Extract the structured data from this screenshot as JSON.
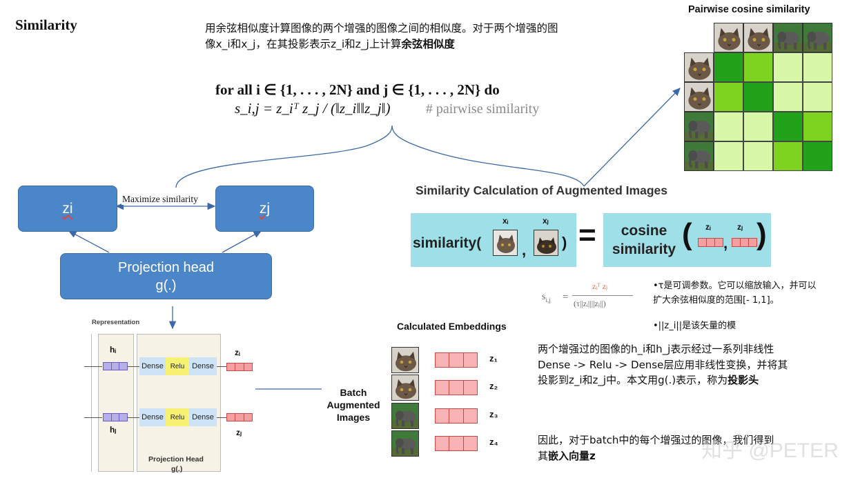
{
  "title": "Similarity",
  "intro": {
    "line1": "用余弦相似度计算图像的两个增强的图像之间的相似度。对于两个增强的图",
    "line2_a": "像x_i和x_j，在其投影表示z_i和z_j上计算",
    "line2_b": "余弦相似度"
  },
  "formula": {
    "line1": "for all i ∈ {1, . . . , 2N} and j ∈ {1, . . . , 2N} do",
    "line2": "s_i,j = z_iᵀ z_j / (‖z_i‖‖z_j‖)",
    "comment": "# pairwise similarity"
  },
  "left_diagram": {
    "zi_label": "zi",
    "zj_label": "zj",
    "maximize_label": "Maximize similarity",
    "projection_line1": "Projection head",
    "projection_line2": "g(.)",
    "colors": {
      "box": "#4a86c8",
      "arrow": "#4a7ab8"
    }
  },
  "network": {
    "representation_label": "Representation",
    "hi": "hᵢ",
    "hj": "hⱼ",
    "dense": "Dense",
    "relu": "Relu",
    "zi": "zᵢ",
    "zj": "zⱼ",
    "head_label_1": "Projection Head",
    "head_label_2": "g(.)"
  },
  "batch_label": "Batch\nAugmented\nImages",
  "embeddings": {
    "title": "Calculated Embeddings",
    "rows": [
      {
        "label": "z₁",
        "image": "cat"
      },
      {
        "label": "z₂",
        "image": "cat"
      },
      {
        "label": "z₃",
        "image": "elephant"
      },
      {
        "label": "z₄",
        "image": "elephant"
      }
    ]
  },
  "matrix": {
    "title": "Pairwise cosine similarity",
    "col_images": [
      "cat",
      "cat",
      "elephant",
      "elephant"
    ],
    "row_images": [
      "cat",
      "cat",
      "elephant",
      "elephant"
    ],
    "values": [
      [
        1.0,
        0.7,
        0.2,
        0.2
      ],
      [
        0.7,
        1.0,
        0.2,
        0.2
      ],
      [
        0.2,
        0.2,
        1.0,
        0.7
      ],
      [
        0.2,
        0.2,
        0.7,
        1.0
      ]
    ],
    "colors": {
      "high": "#21a21a",
      "mid": "#7ed321",
      "low": "#d8f7a8"
    }
  },
  "calc": {
    "title": "Similarity Calculation of Augmented Images",
    "similarity_word": "similarity(",
    "xi": "xᵢ",
    "xj": "xⱼ",
    "close_paren": ")",
    "comma": ",",
    "equals": "=",
    "cosine_line1": "cosine",
    "cosine_line2": "similarity",
    "zi": "zᵢ",
    "zj": "zⱼ"
  },
  "formula2": {
    "lhs": "s",
    "lhs_sub": "i,j",
    "eq": "=",
    "numerator": "zᵢᵀ zⱼ",
    "denominator": "(τ||zᵢ||||zⱼ||)"
  },
  "notes": {
    "tau_line1": "•τ是可调参数。它可以缩放输入，并可以",
    "tau_line2": "扩大余弦相似度的范围[- 1,1]。",
    "norm": "•||z_i||是该矢量的模"
  },
  "desc1": {
    "line1": "两个增强过的图像的h_i和h_j表示经过一系列非线性",
    "line2": "Dense -> Relu -> Dense层应用非线性变换，并将其",
    "line3_a": "投影到z_i和z_j中。本文用g(.)表示，称为",
    "line3_b": "投影头"
  },
  "desc2": {
    "line1": "因此，对于batch中的每个增强过的图像，我们得到",
    "line2_a": "其",
    "line2_b": "嵌入向量z"
  },
  "watermark": "知乎 @PETER"
}
